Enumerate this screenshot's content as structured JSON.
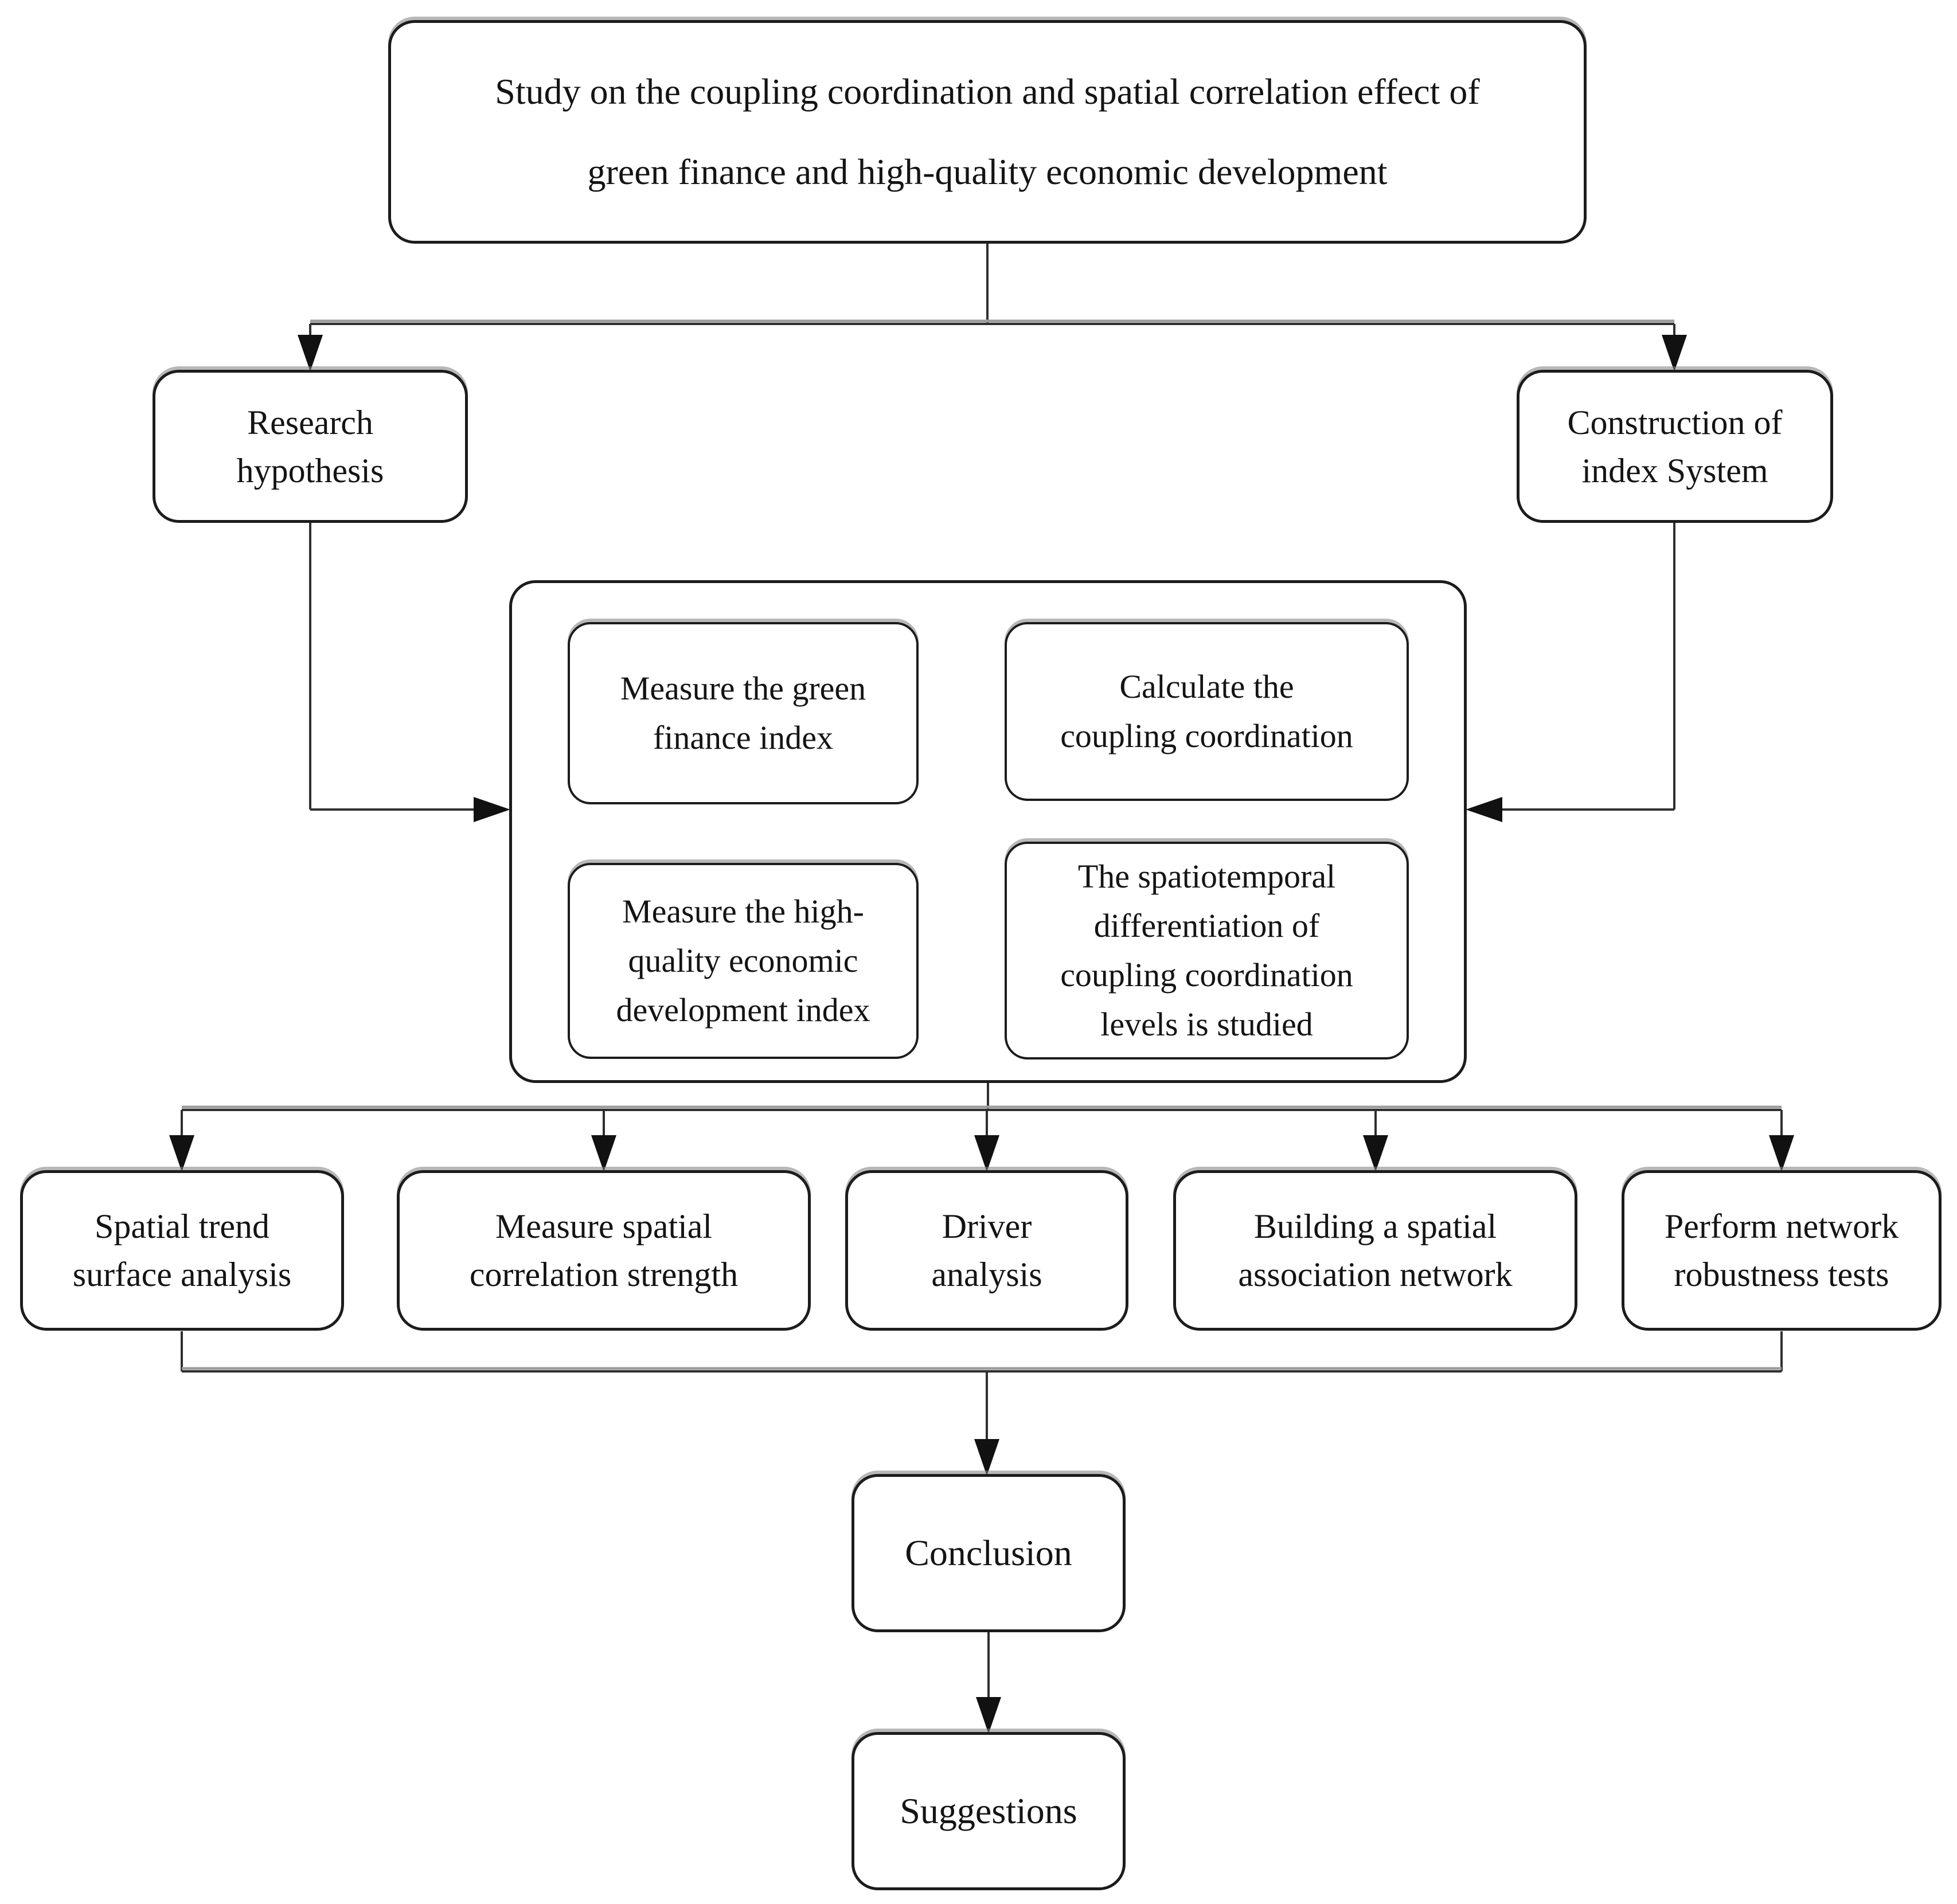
{
  "diagram": {
    "title": {
      "lines": [
        "Study on the coupling coordination and spatial correlation effect of",
        "green finance and high-quality economic development"
      ]
    },
    "level2": {
      "research_hypothesis": {
        "lines": [
          "Research",
          "hypothesis"
        ]
      },
      "construction_of_index_system": {
        "lines": [
          "Construction of",
          "index System"
        ]
      }
    },
    "measurement_group": {
      "measure_green_finance": {
        "lines": [
          "Measure the green",
          "finance index"
        ]
      },
      "calculate_coupling_coordination": {
        "lines": [
          "Calculate the",
          "coupling coordination"
        ]
      },
      "measure_high_quality_economic": {
        "lines": [
          "Measure the high-",
          "quality economic",
          "development index"
        ]
      },
      "spatiotemporal_differentiation": {
        "lines": [
          "The spatiotemporal",
          "differentiation of",
          "coupling coordination",
          "levels is studied"
        ]
      }
    },
    "analysis_row": {
      "spatial_trend_surface": {
        "lines": [
          "Spatial trend",
          "surface analysis"
        ]
      },
      "spatial_correlation_strength": {
        "lines": [
          "Measure spatial",
          "correlation strength"
        ]
      },
      "driver_analysis": {
        "lines": [
          "Driver",
          "analysis"
        ]
      },
      "spatial_association_network": {
        "lines": [
          "Building a spatial",
          "association network"
        ]
      },
      "network_robustness_tests": {
        "lines": [
          "Perform network",
          "robustness tests"
        ]
      }
    },
    "outcome": {
      "conclusion": {
        "lines": [
          "Conclusion"
        ]
      },
      "suggestions": {
        "lines": [
          "Suggestions"
        ]
      }
    },
    "colors": {
      "background": "#ffffff",
      "box_fill": "#ffffff",
      "box_border": "#1c1c1c",
      "text": "#141414",
      "connector": "#2f2f2f",
      "connector_shadow": "#9d9d9d",
      "arrowhead": "#111111"
    }
  }
}
